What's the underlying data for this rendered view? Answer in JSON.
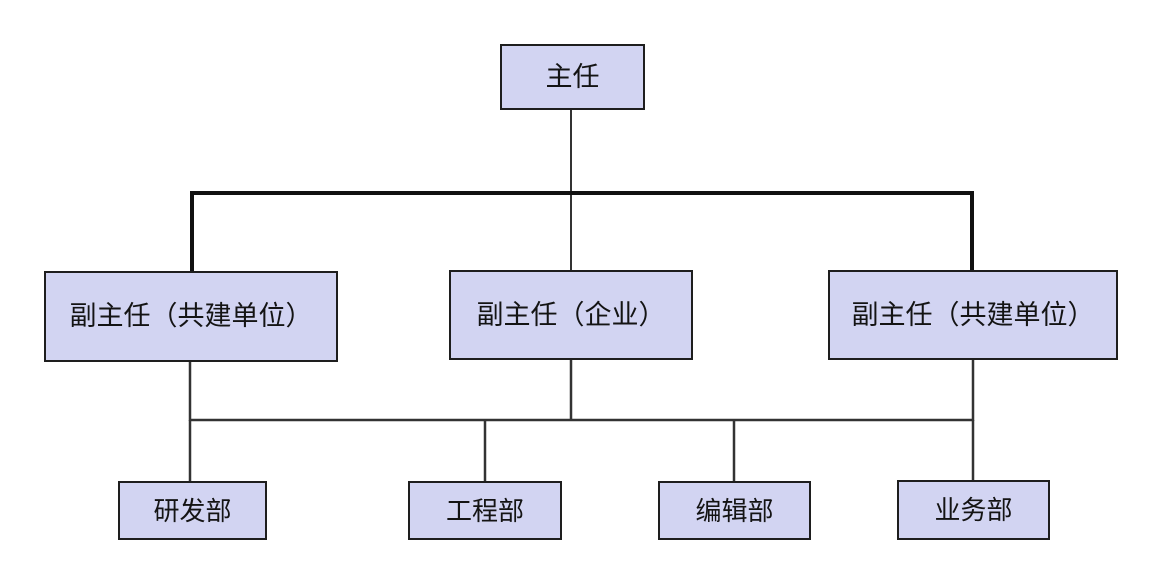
{
  "diagram": {
    "type": "org-chart",
    "colors": {
      "background": "#ffffff",
      "node_fill": "#d2d4f2",
      "node_border": "#1e1e1e",
      "line": "#333333",
      "line_bold": "#111111",
      "text": "#141414"
    },
    "nodes": {
      "root": {
        "label": "主任"
      },
      "level2": [
        {
          "label": "副主任（共建单位）"
        },
        {
          "label": "副主任（企业）"
        },
        {
          "label": "副主任（共建单位）"
        }
      ],
      "level3": [
        {
          "label": "研发部"
        },
        {
          "label": "工程部"
        },
        {
          "label": "编辑部"
        },
        {
          "label": "业务部"
        }
      ]
    },
    "edges": [
      "主任 → 副主任（共建单位）",
      "主任 → 副主任（企业）",
      "主任 → 副主任（共建单位）",
      "副主任层 → 研发部",
      "副主任层 → 工程部",
      "副主任层 → 编辑部",
      "副主任层 → 业务部"
    ]
  }
}
